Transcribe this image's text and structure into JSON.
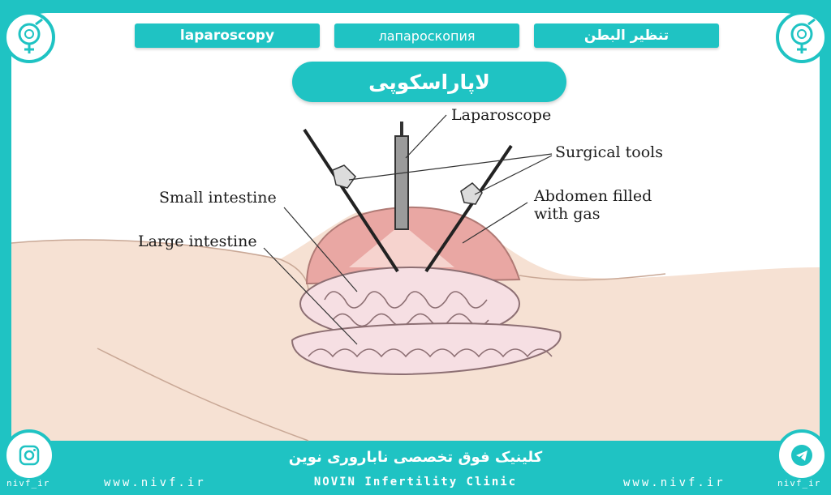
{
  "header": {
    "tag_left": "laparoscopy",
    "tag_center": "лапароскопия",
    "tag_right": "تنظیر البطن",
    "title": "لاپاراسکوپی"
  },
  "diagram": {
    "labels": {
      "laparoscope": "Laparoscope",
      "surgical_tools": "Surgical tools",
      "abdomen_line1": "Abdomen filled",
      "abdomen_line2": "with gas",
      "small_intestine": "Small intestine",
      "large_intestine": "Large intestine"
    }
  },
  "footer": {
    "clinic_fa": "کلینیک فوق تخصصی ناباروری نوین",
    "clinic_en": "NOVIN Infertility Clinic",
    "website_left": "www.nivf.ir",
    "website_right": "www.nivf.ir",
    "handle_left": "nivf_ir",
    "handle_right": "nivf_ir"
  },
  "icons": {
    "top_left": "fertility-logo-icon",
    "top_right": "fertility-logo-icon",
    "bottom_left": "instagram-icon",
    "bottom_right": "telegram-icon"
  },
  "colors": {
    "brand": "#1fc3c3",
    "skin": "#f6e1d3",
    "gas_dome": "#e9a7a3",
    "intestine": "#f6dfe3"
  }
}
